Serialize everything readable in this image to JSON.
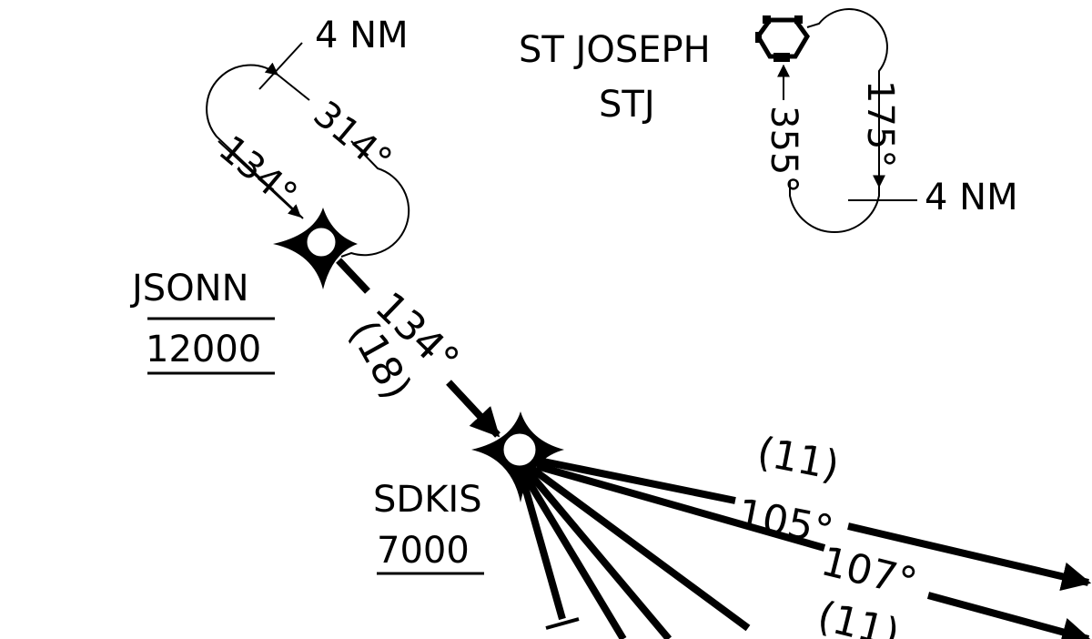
{
  "chart": {
    "hold_jsonn": {
      "distance": "4 NM",
      "outbound": "314°",
      "inbound": "134°"
    },
    "hold_stj": {
      "distance": "4 NM",
      "outbound": "175°",
      "inbound": "355°"
    },
    "vor": {
      "name": "ST JOSEPH",
      "ident": "STJ"
    },
    "fix_jsonn": {
      "name": "JSONN",
      "altitude": "12000"
    },
    "fix_sdkis": {
      "name": "SDKIS",
      "altitude": "7000"
    },
    "leg_jsonn_sdkis": {
      "course": "134°",
      "distance": "(18)"
    },
    "legs_out": [
      {
        "course": "105°",
        "distance": "(11)"
      },
      {
        "course": "107°",
        "distance": "(11)"
      }
    ],
    "ink_color": "#000000",
    "background": "#ffffff"
  }
}
